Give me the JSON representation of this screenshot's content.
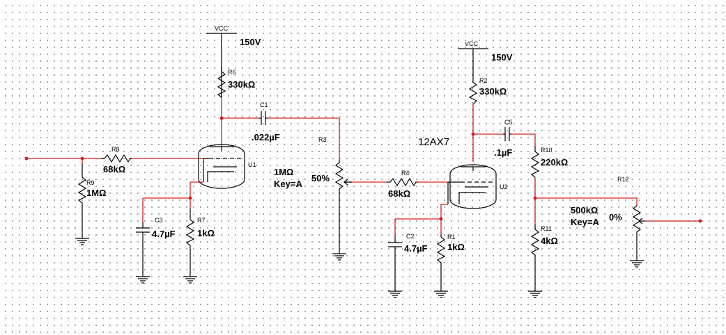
{
  "colors": {
    "wire": "#d42020",
    "component": "#000000",
    "grid_dot": "#909090"
  },
  "supplies": [
    {
      "id": "vcc-left",
      "label": "VCC",
      "voltage": "150V"
    },
    {
      "id": "vcc-right",
      "label": "VCC",
      "voltage": "150V"
    }
  ],
  "resistors": [
    {
      "ref": "R6",
      "value": "330kΩ"
    },
    {
      "ref": "R8",
      "value": "68kΩ"
    },
    {
      "ref": "R9",
      "value": "1MΩ"
    },
    {
      "ref": "R7",
      "value": "1kΩ"
    },
    {
      "ref": "R2",
      "value": "330kΩ"
    },
    {
      "ref": "R4",
      "value": "68kΩ"
    },
    {
      "ref": "R1",
      "value": "1kΩ"
    },
    {
      "ref": "R10",
      "value": "220kΩ"
    },
    {
      "ref": "R11",
      "value": "4kΩ"
    }
  ],
  "capacitors": [
    {
      "ref": "C1",
      "value": ".022µF"
    },
    {
      "ref": "C3",
      "value": "4.7µF"
    },
    {
      "ref": "C2",
      "value": "4.7µF"
    },
    {
      "ref": "C5",
      "value": ".1µF"
    }
  ],
  "potentiometers": [
    {
      "ref": "R3",
      "value": "1MΩ",
      "key": "Key=A",
      "setting": "50%"
    },
    {
      "ref": "R12",
      "value": "500kΩ",
      "key": "Key=A",
      "setting": "0%"
    }
  ],
  "tubes": [
    {
      "ref": "U1"
    },
    {
      "ref": "U2",
      "model": "12AX7"
    }
  ]
}
